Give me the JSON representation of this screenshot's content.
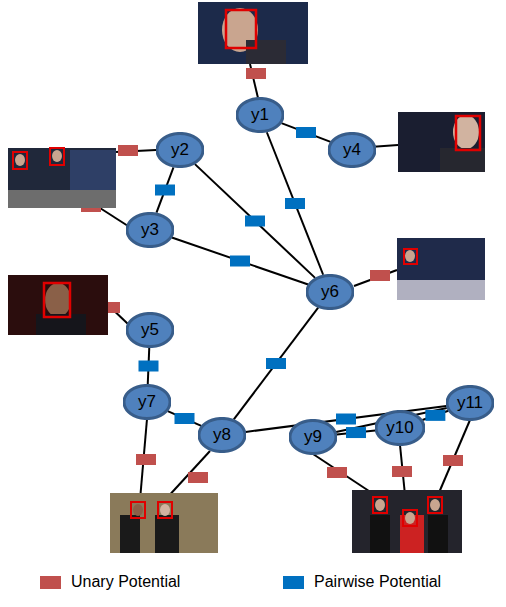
{
  "diagram": {
    "nodes": [
      {
        "text": [
          "y1"
        ]
      },
      {
        "text": [
          "y2"
        ]
      },
      {
        "text": [
          "y3"
        ]
      },
      {
        "text": [
          "y4"
        ]
      },
      {
        "text": [
          "y5"
        ]
      },
      {
        "text": [
          "y6"
        ]
      },
      {
        "text": [
          "y7"
        ]
      },
      {
        "text": [
          "y8"
        ]
      },
      {
        "text": [
          "y9"
        ]
      },
      {
        "text": [
          "y10"
        ]
      },
      {
        "text": [
          "y11"
        ]
      }
    ],
    "edges": [
      {
        "from": 0,
        "to": 3,
        "arrow": "none"
      },
      {
        "from": 0,
        "to": 5,
        "arrow": "none"
      },
      {
        "from": 1,
        "to": 2,
        "arrow": "none"
      },
      {
        "from": 1,
        "to": 5,
        "arrow": "none"
      },
      {
        "from": 2,
        "to": 5,
        "arrow": "none"
      },
      {
        "from": 4,
        "to": 6,
        "arrow": "none"
      },
      {
        "from": 6,
        "to": 7,
        "arrow": "none"
      },
      {
        "from": 5,
        "to": 7,
        "arrow": "none"
      },
      {
        "from": 7,
        "to": 10,
        "arrow": "none"
      },
      {
        "from": 8,
        "to": 10,
        "arrow": "none"
      },
      {
        "from": 9,
        "to": 10,
        "arrow": "none"
      },
      {
        "from": 8,
        "to": 9,
        "arrow": "none"
      }
    ],
    "legend": [
      {
        "text": "Unary Potential",
        "color": "#c0504d"
      },
      {
        "text": "Pairwise Potential",
        "color": "#0070c0"
      }
    ]
  }
}
